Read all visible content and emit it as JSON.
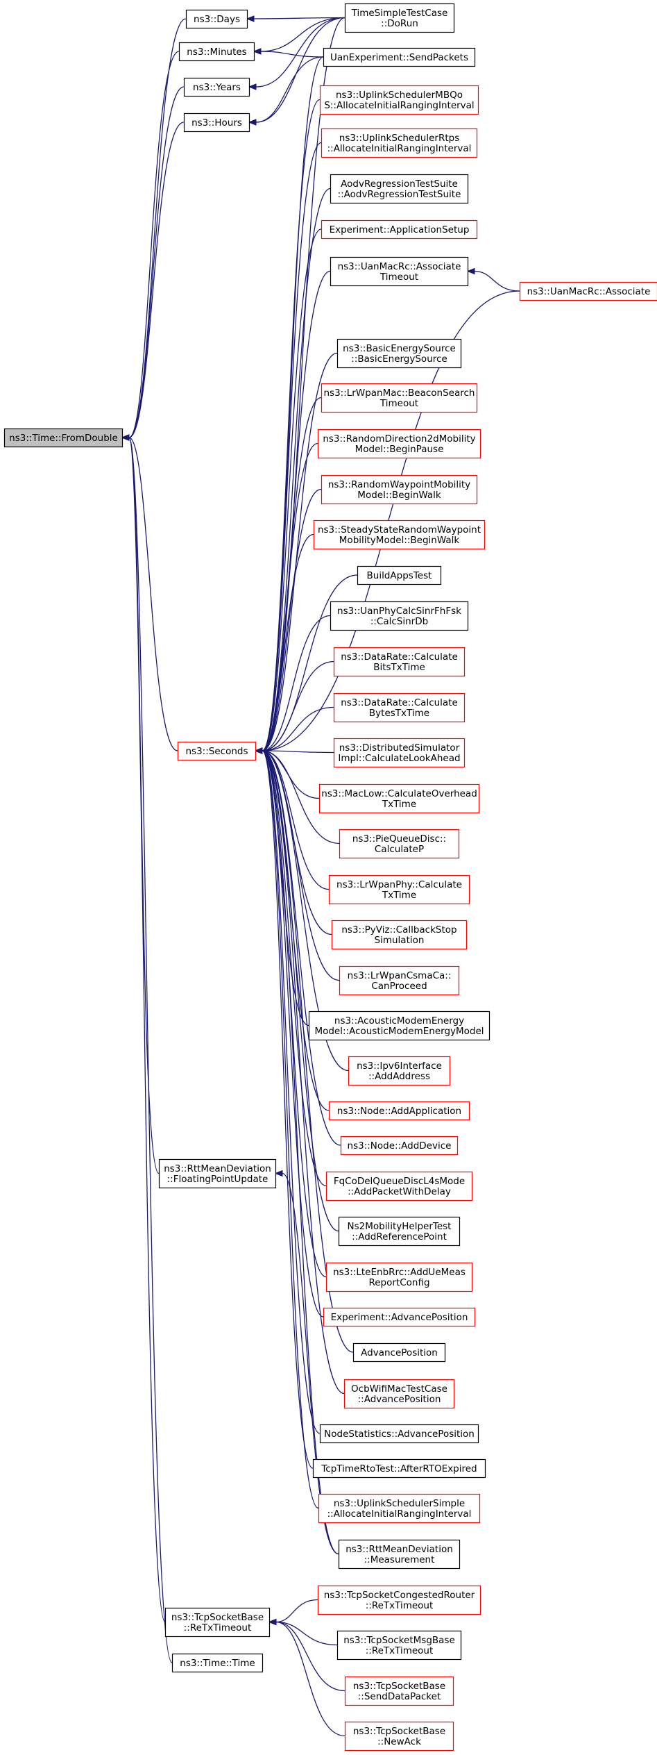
{
  "colors": {
    "edge": "#191970",
    "border_default": "#000000",
    "border_incomplete": "#ff0000",
    "fill_root": "#bfbfbf",
    "fill_default": "#ffffff"
  },
  "nodes": {
    "fromdouble": {
      "lines": [
        "ns3::Time::FromDouble"
      ],
      "style": "root"
    },
    "days": {
      "lines": [
        "ns3::Days"
      ],
      "style": "black"
    },
    "minutes": {
      "lines": [
        "ns3::Minutes"
      ],
      "style": "black"
    },
    "years": {
      "lines": [
        "ns3::Years"
      ],
      "style": "black"
    },
    "hours": {
      "lines": [
        "ns3::Hours"
      ],
      "style": "black"
    },
    "seconds": {
      "lines": [
        "ns3::Seconds"
      ],
      "style": "red"
    },
    "rttfloat": {
      "lines": [
        "ns3::RttMeanDeviation",
        "::FloatingPointUpdate"
      ],
      "style": "black"
    },
    "retx": {
      "lines": [
        "ns3::TcpSocketBase",
        "::ReTxTimeout"
      ],
      "style": "black"
    },
    "timetime": {
      "lines": [
        "ns3::Time::Time"
      ],
      "style": "black"
    },
    "timesimple": {
      "lines": [
        "TimeSimpleTestCase",
        "::DoRun"
      ],
      "style": "black"
    },
    "uansend": {
      "lines": [
        "UanExperiment::SendPackets"
      ],
      "style": "black"
    },
    "uplinkmbqos": {
      "lines": [
        "ns3::UplinkSchedulerMBQo",
        "S::AllocateInitialRangingInterval"
      ],
      "style": "red"
    },
    "uplinkrtps": {
      "lines": [
        "ns3::UplinkSchedulerRtps",
        "::AllocateInitialRangingInterval"
      ],
      "style": "red"
    },
    "aodv": {
      "lines": [
        "AodvRegressionTestSuite",
        "::AodvRegressionTestSuite"
      ],
      "style": "black"
    },
    "appsetup": {
      "lines": [
        "Experiment::ApplicationSetup"
      ],
      "style": "red"
    },
    "uanassoc": {
      "lines": [
        "ns3::UanMacRc::Associate",
        "Timeout"
      ],
      "style": "black"
    },
    "uanassoc2": {
      "lines": [
        "ns3::UanMacRc::Associate"
      ],
      "style": "red"
    },
    "basicenergy": {
      "lines": [
        "ns3::BasicEnergySource",
        "::BasicEnergySource"
      ],
      "style": "black"
    },
    "lrwpanbeacon": {
      "lines": [
        "ns3::LrWpanMac::BeaconSearch",
        "Timeout"
      ],
      "style": "red"
    },
    "randdir": {
      "lines": [
        "ns3::RandomDirection2dMobility",
        "Model::BeginPause"
      ],
      "style": "red"
    },
    "randway": {
      "lines": [
        "ns3::RandomWaypointMobility",
        "Model::BeginWalk"
      ],
      "style": "red"
    },
    "steady": {
      "lines": [
        "ns3::SteadyStateRandomWaypoint",
        "MobilityModel::BeginWalk"
      ],
      "style": "red"
    },
    "buildapps": {
      "lines": [
        "BuildAppsTest"
      ],
      "style": "black"
    },
    "uanphy": {
      "lines": [
        "ns3::UanPhyCalcSinrFhFsk",
        "::CalcSinrDb"
      ],
      "style": "black"
    },
    "datarate1": {
      "lines": [
        "ns3::DataRate::Calculate",
        "BitsTxTime"
      ],
      "style": "red"
    },
    "datarate2": {
      "lines": [
        "ns3::DataRate::Calculate",
        "BytesTxTime"
      ],
      "style": "red"
    },
    "distsim": {
      "lines": [
        "ns3::DistributedSimulator",
        "Impl::CalculateLookAhead"
      ],
      "style": "red"
    },
    "maclow": {
      "lines": [
        "ns3::MacLow::CalculateOverhead",
        "TxTime"
      ],
      "style": "red"
    },
    "piequeue": {
      "lines": [
        "ns3::PieQueueDisc::",
        "CalculateP"
      ],
      "style": "red"
    },
    "lrwpanphy": {
      "lines": [
        "ns3::LrWpanPhy::Calculate",
        "TxTime"
      ],
      "style": "red"
    },
    "pyviz": {
      "lines": [
        "ns3::PyViz::CallbackStop",
        "Simulation"
      ],
      "style": "red"
    },
    "csmaca": {
      "lines": [
        "ns3::LrWpanCsmaCa::",
        "CanProceed"
      ],
      "style": "red"
    },
    "acoustic": {
      "lines": [
        "ns3::AcousticModemEnergy",
        "Model::AcousticModemEnergyModel"
      ],
      "style": "black"
    },
    "ipv6": {
      "lines": [
        "ns3::Ipv6Interface",
        "::AddAddress"
      ],
      "style": "red"
    },
    "addapp": {
      "lines": [
        "ns3::Node::AddApplication"
      ],
      "style": "red"
    },
    "adddev": {
      "lines": [
        "ns3::Node::AddDevice"
      ],
      "style": "red"
    },
    "fqcodel": {
      "lines": [
        "FqCoDelQueueDiscL4sMode",
        "::AddPacketWithDelay"
      ],
      "style": "red"
    },
    "ns2mob": {
      "lines": [
        "Ns2MobilityHelperTest",
        "::AddReferencePoint"
      ],
      "style": "black"
    },
    "lteenb": {
      "lines": [
        "ns3::LteEnbRrc::AddUeMeas",
        "ReportConfig"
      ],
      "style": "red"
    },
    "expadvance": {
      "lines": [
        "Experiment::AdvancePosition"
      ],
      "style": "red"
    },
    "advance": {
      "lines": [
        "AdvancePosition"
      ],
      "style": "black"
    },
    "ocbwifi": {
      "lines": [
        "OcbWifiMacTestCase",
        "::AdvancePosition"
      ],
      "style": "red"
    },
    "nodestats": {
      "lines": [
        "NodeStatistics::AdvancePosition"
      ],
      "style": "black"
    },
    "tcprto": {
      "lines": [
        "TcpTimeRtoTest::AfterRTOExpired"
      ],
      "style": "black"
    },
    "uplinksimple": {
      "lines": [
        "ns3::UplinkSchedulerSimple",
        "::AllocateInitialRangingInterval"
      ],
      "style": "red"
    },
    "rttmeas": {
      "lines": [
        "ns3::RttMeanDeviation",
        "::Measurement"
      ],
      "style": "black"
    },
    "congrouter": {
      "lines": [
        "ns3::TcpSocketCongestedRouter",
        "::ReTxTimeout"
      ],
      "style": "red"
    },
    "msgbase": {
      "lines": [
        "ns3::TcpSocketMsgBase",
        "::ReTxTimeout"
      ],
      "style": "black"
    },
    "senddata": {
      "lines": [
        "ns3::TcpSocketBase",
        "::SendDataPacket"
      ],
      "style": "red"
    },
    "newack": {
      "lines": [
        "ns3::TcpSocketBase",
        "::NewAck"
      ],
      "style": "red"
    }
  },
  "edges": [
    [
      "fromdouble",
      "days"
    ],
    [
      "fromdouble",
      "minutes"
    ],
    [
      "fromdouble",
      "years"
    ],
    [
      "fromdouble",
      "hours"
    ],
    [
      "fromdouble",
      "seconds"
    ],
    [
      "fromdouble",
      "rttfloat"
    ],
    [
      "fromdouble",
      "retx"
    ],
    [
      "fromdouble",
      "timetime"
    ],
    [
      "days",
      "timesimple"
    ],
    [
      "minutes",
      "timesimple"
    ],
    [
      "years",
      "timesimple"
    ],
    [
      "hours",
      "timesimple"
    ],
    [
      "seconds",
      "timesimple"
    ],
    [
      "seconds",
      "uansend"
    ],
    [
      "seconds",
      "uplinkmbqos"
    ],
    [
      "seconds",
      "uplinkrtps"
    ],
    [
      "seconds",
      "aodv"
    ],
    [
      "seconds",
      "appsetup"
    ],
    [
      "seconds",
      "uanassoc"
    ],
    [
      "seconds",
      "uanassoc2"
    ],
    [
      "seconds",
      "basicenergy"
    ],
    [
      "seconds",
      "lrwpanbeacon"
    ],
    [
      "seconds",
      "randdir"
    ],
    [
      "seconds",
      "randway"
    ],
    [
      "seconds",
      "steady"
    ],
    [
      "seconds",
      "buildapps"
    ],
    [
      "seconds",
      "uanphy"
    ],
    [
      "seconds",
      "datarate1"
    ],
    [
      "seconds",
      "datarate2"
    ],
    [
      "seconds",
      "distsim"
    ],
    [
      "seconds",
      "maclow"
    ],
    [
      "seconds",
      "piequeue"
    ],
    [
      "seconds",
      "lrwpanphy"
    ],
    [
      "seconds",
      "pyviz"
    ],
    [
      "seconds",
      "csmaca"
    ],
    [
      "seconds",
      "acoustic"
    ],
    [
      "seconds",
      "ipv6"
    ],
    [
      "seconds",
      "addapp"
    ],
    [
      "seconds",
      "adddev"
    ],
    [
      "seconds",
      "fqcodel"
    ],
    [
      "seconds",
      "ns2mob"
    ],
    [
      "seconds",
      "lteenb"
    ],
    [
      "seconds",
      "expadvance"
    ],
    [
      "seconds",
      "advance"
    ],
    [
      "seconds",
      "ocbwifi"
    ],
    [
      "seconds",
      "nodestats"
    ],
    [
      "seconds",
      "tcprto"
    ],
    [
      "seconds",
      "uplinksimple"
    ],
    [
      "seconds",
      "rttmeas"
    ],
    [
      "uanassoc",
      "uanassoc2"
    ],
    [
      "rttfloat",
      "rttmeas"
    ],
    [
      "retx",
      "congrouter"
    ],
    [
      "retx",
      "msgbase"
    ],
    [
      "retx",
      "senddata"
    ],
    [
      "retx",
      "newack"
    ],
    [
      "minutes",
      "uansend"
    ],
    [
      "hours",
      "uansend"
    ]
  ]
}
